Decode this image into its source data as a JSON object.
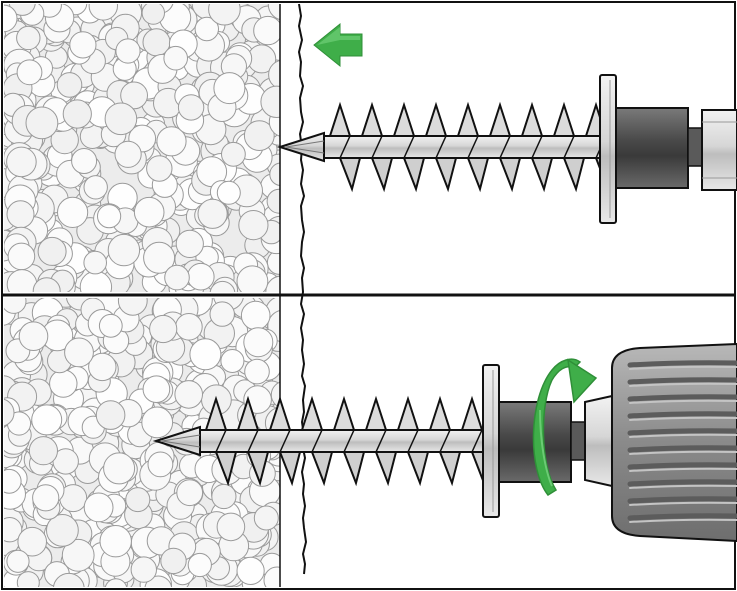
{
  "diagram": {
    "panels": [
      {
        "name": "step-1-insert",
        "arrow": "push-left"
      },
      {
        "name": "step-2-drill",
        "arrow": "rotate-clockwise"
      }
    ],
    "colors": {
      "insulation_fill": "#ececec",
      "bead_stroke": "#9a9a9a",
      "metal_dark": "#4a4a4a",
      "metal_mid": "#9c9c9c",
      "metal_light": "#e4e4e4",
      "accent_green": "#3fae49",
      "accent_green_dark": "#2f8f38",
      "drill_body": "#8e8e8e",
      "outline": "#111111"
    },
    "icons": [
      "push-arrow-icon",
      "rotation-arrow-icon",
      "drill-chuck-icon"
    ]
  }
}
